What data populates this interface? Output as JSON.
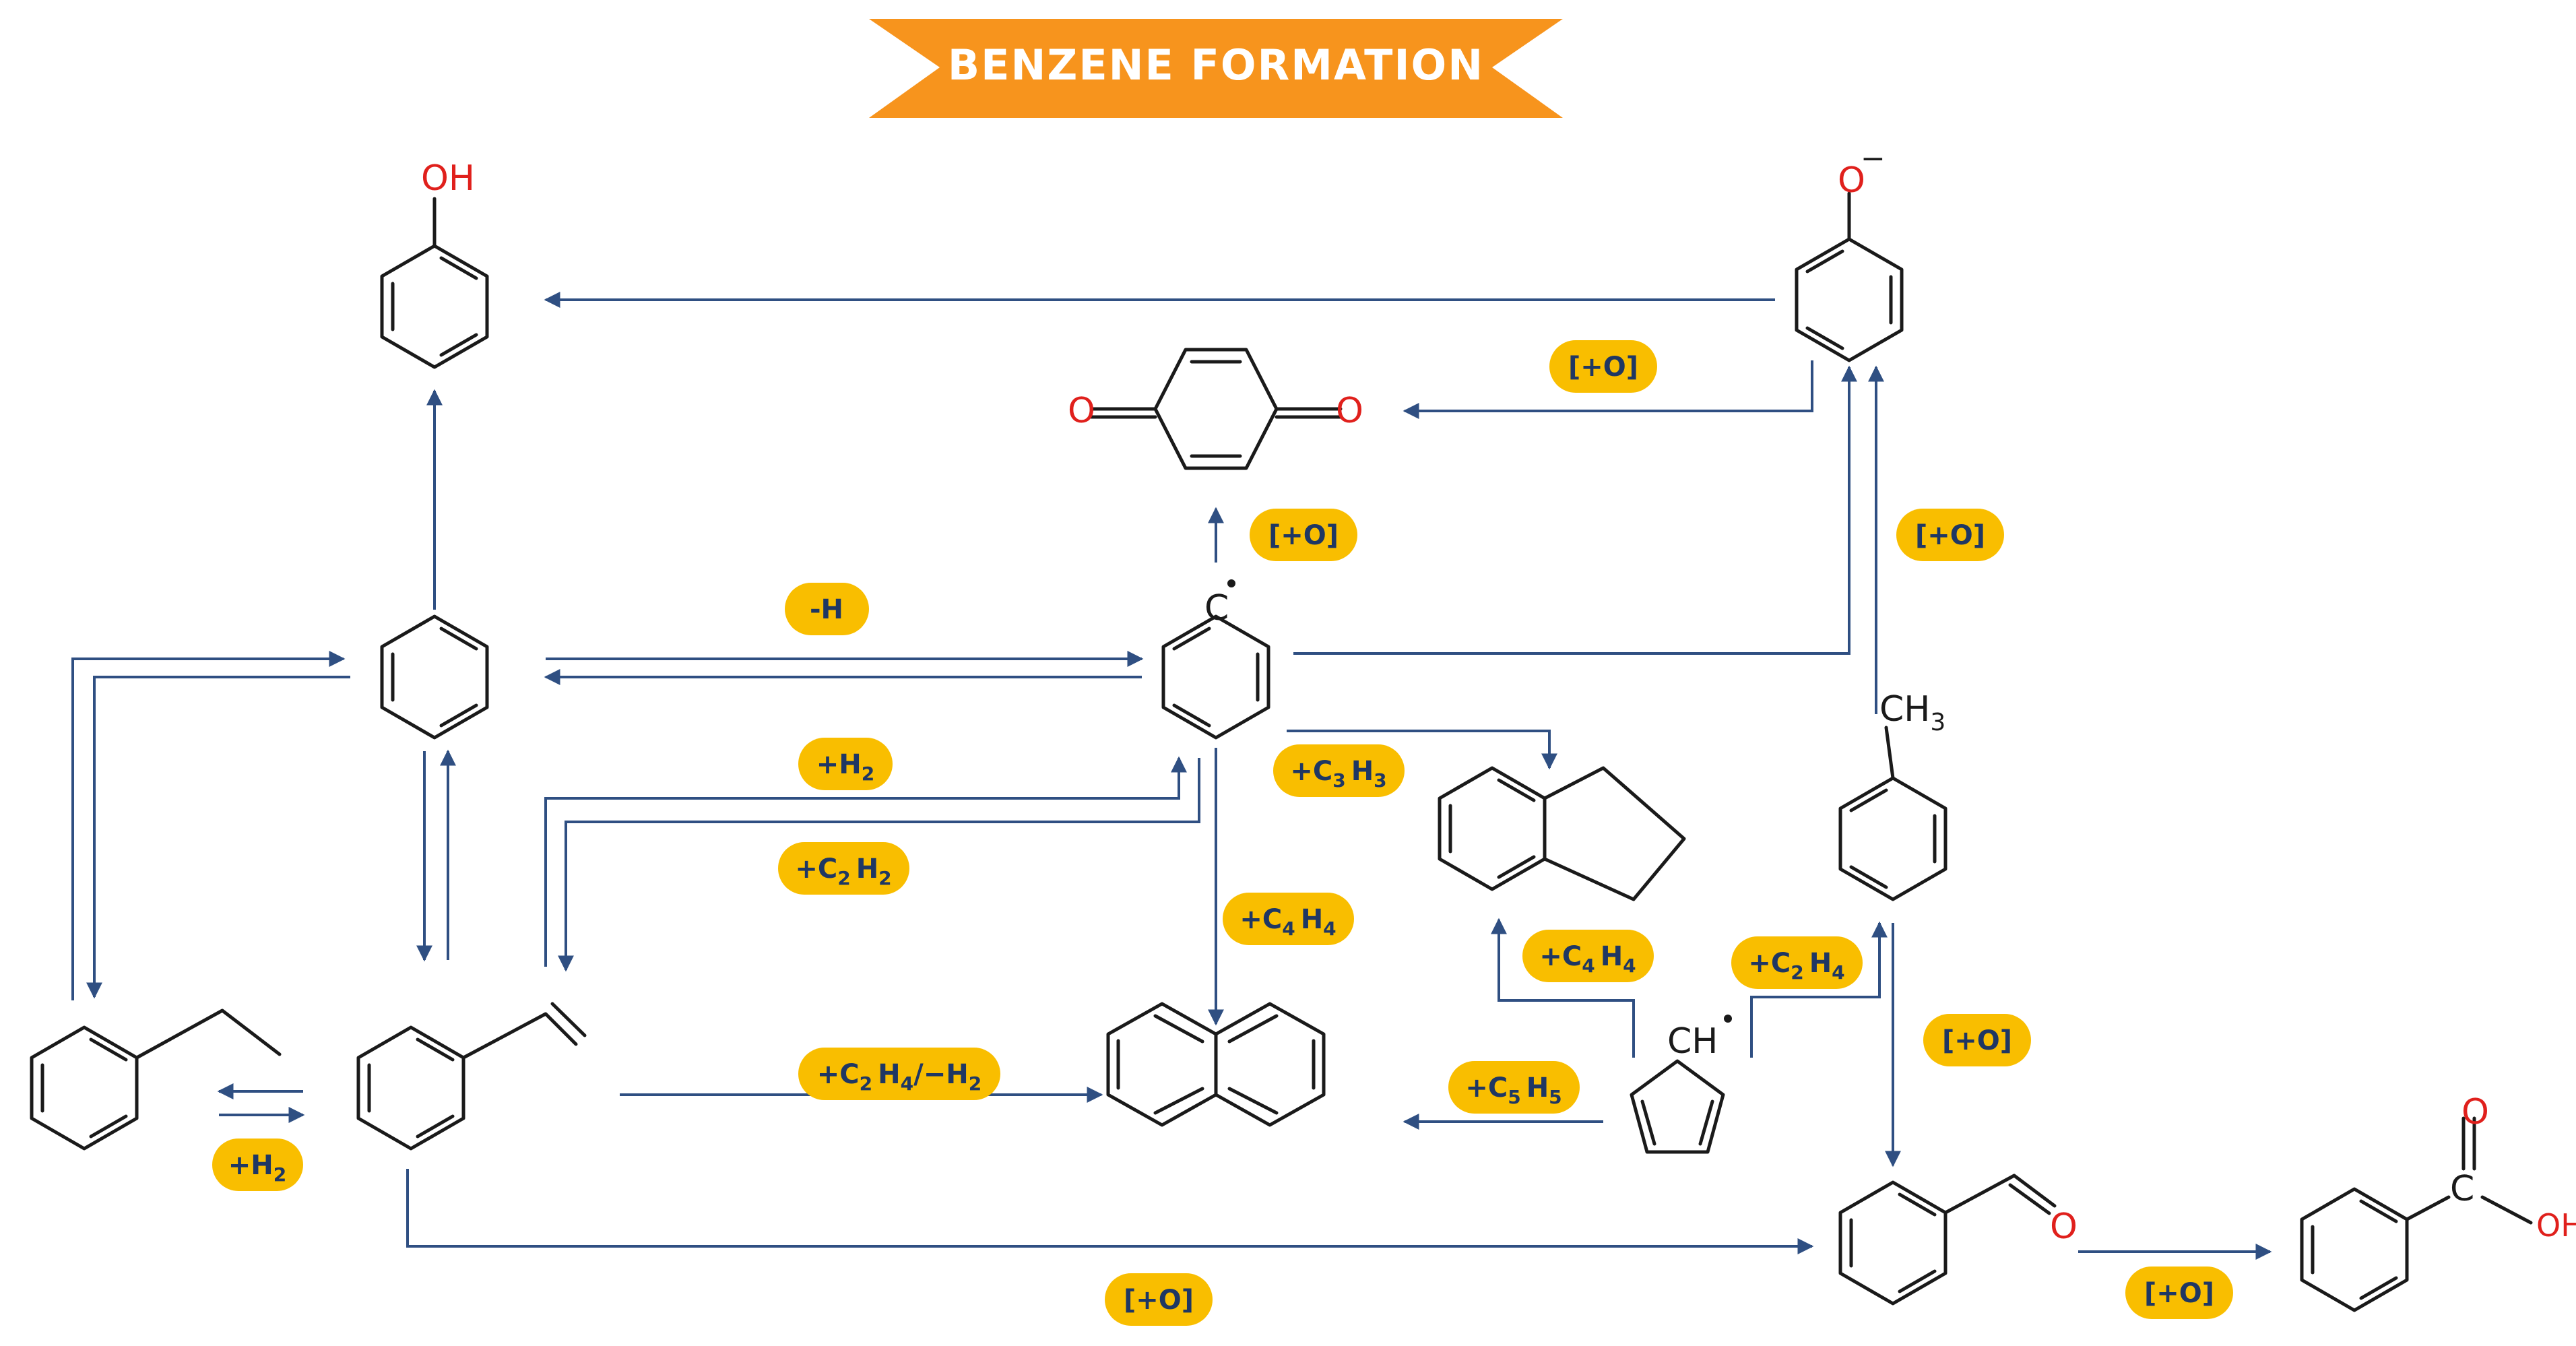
{
  "title": "BENZENE FORMATION",
  "colors": {
    "banner": "#f7941d",
    "pill": "#f9be00",
    "pill_text": "#1f3763",
    "arrow": "#2f4f82",
    "oxygen": "#e0201c",
    "bond": "#1a1a1a"
  },
  "atoms": {
    "phenol_oh": "OH",
    "phenoxide_o": "O",
    "phenoxide_charge": "−",
    "quinone_o_left": "O",
    "quinone_o_right": "O",
    "phenyl_c": "C",
    "toluene_ch3": "CH",
    "toluene_ch3_sub": "3",
    "cp_ch": "CH",
    "benzaldehyde_o": "O",
    "acid_o": "O",
    "acid_c": "C",
    "acid_oh": "OH"
  },
  "labels": {
    "phenoxide_to_quinone": "[+O]",
    "phenyl_to_quinone": "[+O]",
    "toluene_to_phenoxide": "[+O]",
    "benzene_to_phenyl": "-H",
    "styrene_to_phenyl_h2": "+H",
    "styrene_to_phenyl_h2_sub": "2",
    "phenyl_to_indane": "+C",
    "phenyl_to_indane_sub": "3",
    "phenyl_to_indane_h": "H",
    "phenyl_to_indane_h_sub": "3",
    "phenyl_to_styrene": "+C",
    "phenyl_to_styrene_sub": "2",
    "phenyl_to_styrene_h": "H",
    "phenyl_to_styrene_h_sub": "2",
    "phenyl_to_naph": "+C",
    "phenyl_to_naph_sub": "4",
    "phenyl_to_naph_h": "H",
    "phenyl_to_naph_h_sub": "4",
    "cp_to_indane": "+C",
    "cp_to_indane_sub": "4",
    "cp_to_indane_h": "H",
    "cp_to_indane_h_sub": "4",
    "cp_to_toluene": "+C",
    "cp_to_toluene_sub": "2",
    "cp_to_toluene_h": "H",
    "cp_to_toluene_h_sub": "4",
    "cp_to_naph": "+C",
    "cp_to_naph_sub": "5",
    "cp_to_naph_h": "H",
    "cp_to_naph_h_sub": "5",
    "styrene_to_naph": "+C",
    "styrene_to_naph_sub": "2",
    "styrene_to_naph_h": "H",
    "styrene_to_naph_h_sub": "4",
    "styrene_to_naph_tail": "/−H",
    "styrene_to_naph_tail_sub": "2",
    "ethylbenzene_h2": "+H",
    "ethylbenzene_h2_sub": "2",
    "toluene_to_benzaldehyde": "[+O]",
    "styrene_to_benzaldehyde": "[+O]",
    "benzaldehyde_to_acid": "[+O]"
  }
}
